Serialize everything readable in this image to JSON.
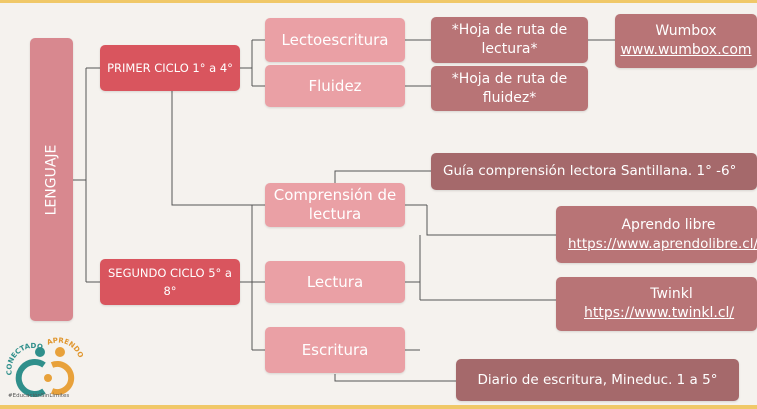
{
  "root": {
    "label": "LENGUAJE"
  },
  "cycles": {
    "first": "PRIMER CICLO 1° a 4°",
    "second": "SEGUNDO CICLO 5° a 8°"
  },
  "topics": {
    "lectoescritura": "Lectoescritura",
    "fluidez": "Fluidez",
    "comprension": "Comprensión de lectura",
    "lectura": "Lectura",
    "escritura": "Escritura"
  },
  "resources": {
    "hoja_lectura": "*Hoja de ruta de lectura*",
    "hoja_fluidez": "*Hoja de ruta de fluidez*",
    "wumbox": {
      "name": "Wumbox",
      "url": "www.wumbox.com"
    },
    "santillana": "Guía comprensión lectora Santillana. 1° -6°",
    "aprendo": {
      "name": "Aprendo libre",
      "url": "https://www.aprendolibre.cl/"
    },
    "twinkl": {
      "name": "Twinkl",
      "url": "https://www.twinkl.cl/"
    },
    "diario": "Diario de escritura, Mineduc. 1 a 5°"
  },
  "logo": {
    "arc_top": "CONECTADO",
    "arc_right": "APRENDO",
    "hashtag": "#EducaciónSinLímites"
  },
  "colors": {
    "background": "#f5f2ee",
    "accent_band": "#f0c868",
    "root": "#d8888f",
    "cycle": "#d9555e",
    "topic": "#eaa0a5",
    "resource": "#b87476",
    "connector": "#555555"
  }
}
